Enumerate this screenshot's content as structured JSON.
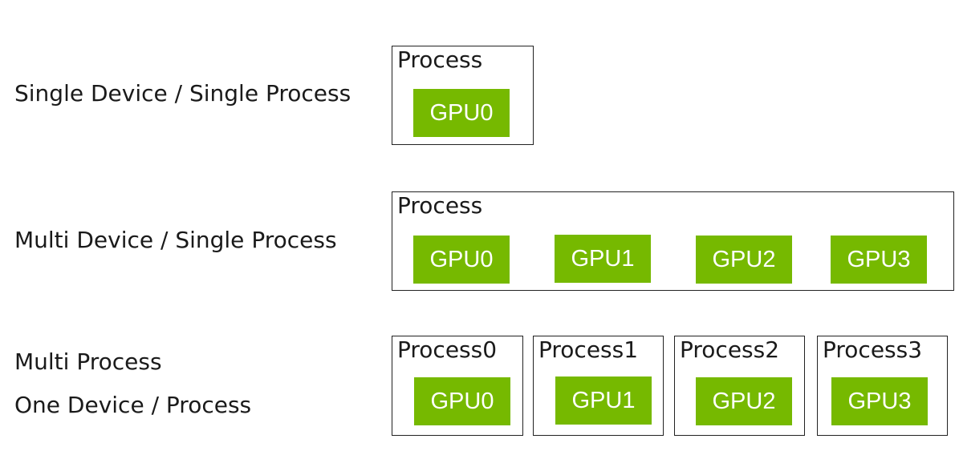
{
  "rows": [
    {
      "label_lines": [
        "Single Device / Single Process"
      ],
      "processes": [
        {
          "title": "Process",
          "gpus": [
            "GPU0"
          ]
        }
      ]
    },
    {
      "label_lines": [
        "Multi Device / Single Process"
      ],
      "processes": [
        {
          "title": "Process",
          "gpus": [
            "GPU0",
            "GPU1",
            "GPU2",
            "GPU3"
          ]
        }
      ]
    },
    {
      "label_lines": [
        "Multi Process",
        "One Device / Process"
      ],
      "processes": [
        {
          "title": "Process0",
          "gpus": [
            "GPU0"
          ]
        },
        {
          "title": "Process1",
          "gpus": [
            "GPU1"
          ]
        },
        {
          "title": "Process2",
          "gpus": [
            "GPU2"
          ]
        },
        {
          "title": "Process3",
          "gpus": [
            "GPU3"
          ]
        }
      ]
    }
  ],
  "colors": {
    "gpu_fill": "#76b900",
    "gpu_text": "#ffffff",
    "border": "#222222"
  }
}
